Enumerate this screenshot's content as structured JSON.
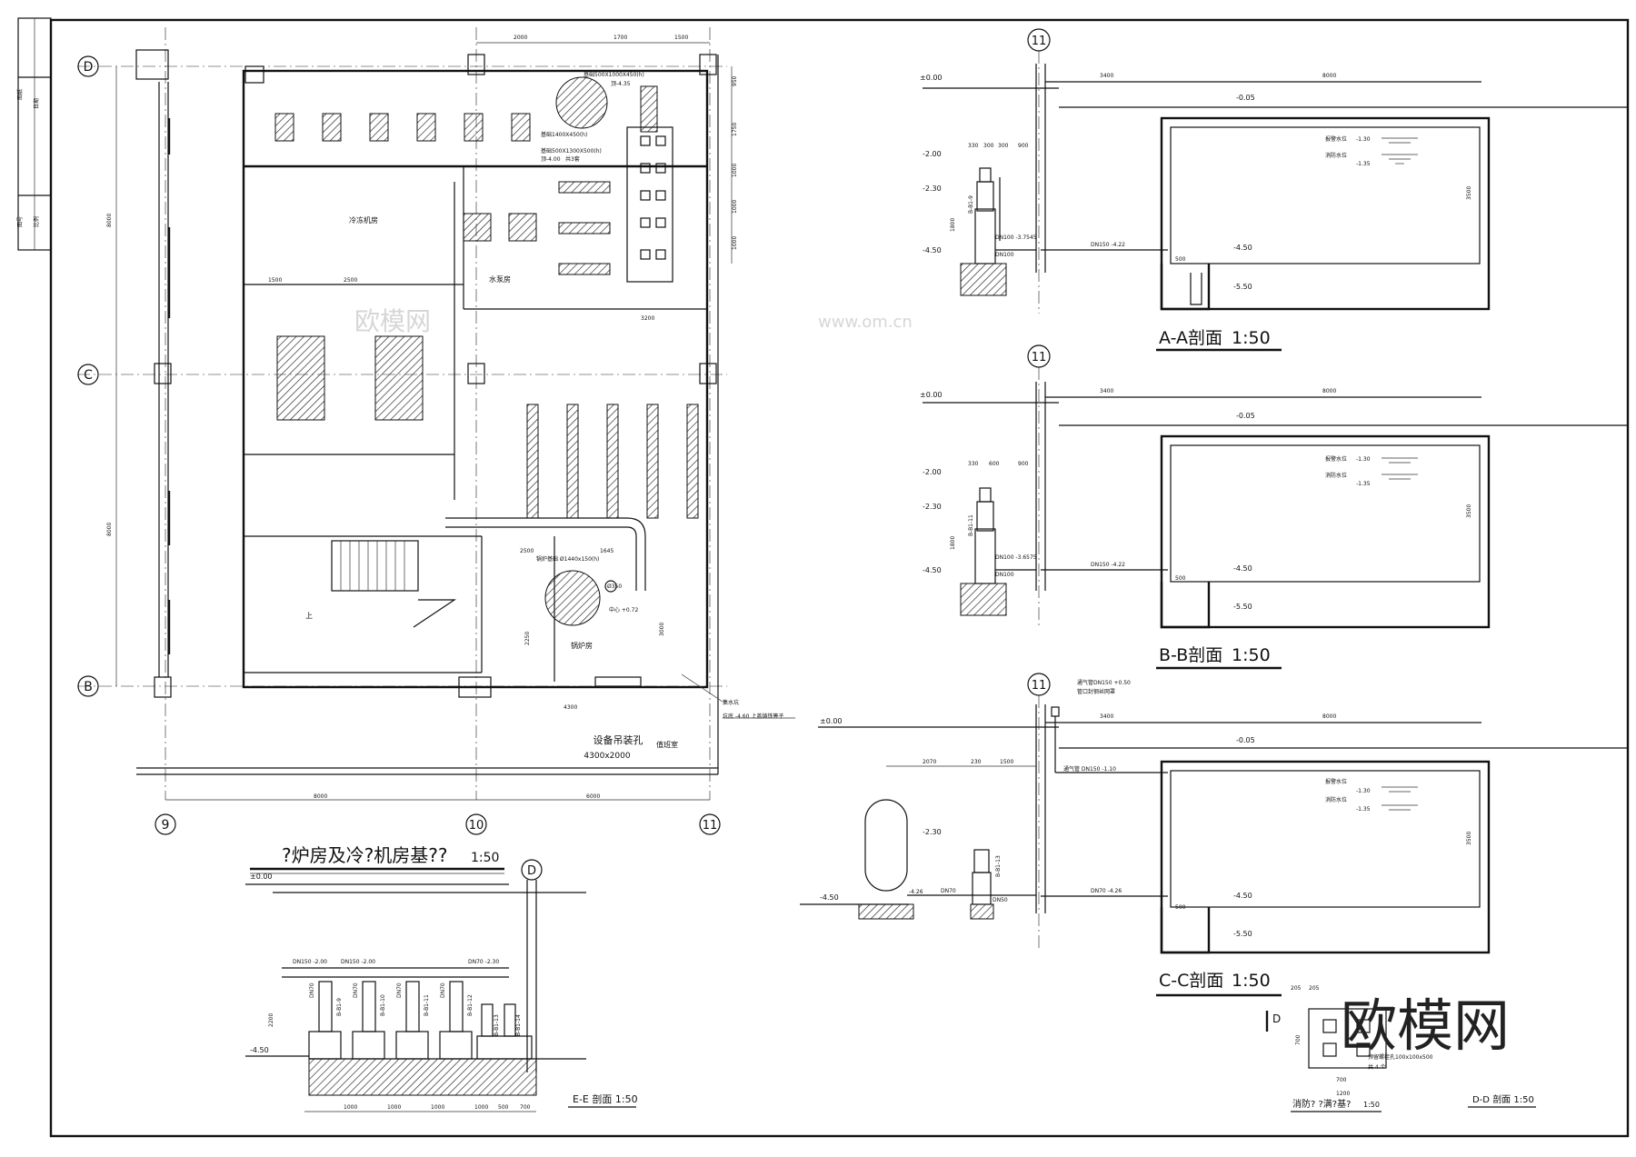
{
  "plan": {
    "title": "?炉房及冷?机房基??",
    "scale": "1:50",
    "axes": {
      "top": "D",
      "mid": "C",
      "bottom": "B",
      "left": "9",
      "center": "10",
      "right": "11"
    },
    "rooms": {
      "chiller": "冷冻机房",
      "pump": "水泵房",
      "boiler": "锅炉房",
      "duty": "值班室",
      "up": "上"
    },
    "hoist_label": "设备吊装孔",
    "hoist_size": "4300x2000",
    "sump_label": "集水坑",
    "sump_note": "坑底 -4.60 上盖铸铁箅子",
    "dims": {
      "top": [
        "2000",
        "1700",
        "1500"
      ],
      "left_span": [
        "8000",
        "8000"
      ],
      "bottom_span": [
        "8000",
        "6000"
      ],
      "inner": [
        "1500",
        "2500",
        "2500",
        "1645",
        "4300",
        "3200",
        "3000",
        "2250"
      ],
      "right": [
        "950",
        "1750",
        "1000",
        "1000",
        "1000"
      ],
      "notes": [
        "基础500X1000X450(h)",
        "顶-4.35",
        "基础1400X450(h)",
        "基础500X1300X500(h)",
        "顶-4.00",
        "共3套",
        "锅炉基础 Ø1440x150(h)",
        "Ø350",
        "中心 +0.72"
      ]
    }
  },
  "sections": [
    {
      "id": "aa",
      "title": "A-A剖面",
      "scale": "1:50",
      "axis": "11",
      "elev_ground": "±0.00",
      "elev_top": "-0.05",
      "alarm_label": "报警水位",
      "alarm_value": "-1.30",
      "fire_label": "消防水位",
      "fire_value": "-1.35",
      "elev_bottom": "-4.50",
      "elev_pit": "-5.50",
      "elev_pump1": "-2.00",
      "elev_pump2": "-2.30",
      "pipe": "DN150 -4.22",
      "pipe_v": "DN100 -3.7545",
      "pipe_small": "DN100",
      "pump_tag": "B-B1-9",
      "dims": [
        "3400",
        "8000",
        "330",
        "300",
        "300",
        "900",
        "1800",
        "3500",
        "500"
      ]
    },
    {
      "id": "bb",
      "title": "B-B剖面",
      "scale": "1:50",
      "axis": "11",
      "elev_ground": "±0.00",
      "elev_top": "-0.05",
      "alarm_label": "报警水位",
      "alarm_value": "-1.30",
      "fire_label": "消防水位",
      "fire_value": "-1.35",
      "elev_bottom": "-4.50",
      "elev_pit": "-5.50",
      "elev_pump1": "-2.00",
      "elev_pump2": "-2.30",
      "pipe": "DN150 -4.22",
      "pipe_v": "DN100 -3.6575",
      "pipe_small": "DN100",
      "pump_tag": "B-B1-11",
      "dims": [
        "3400",
        "8000",
        "330",
        "600",
        "900",
        "1800",
        "3500",
        "500"
      ]
    },
    {
      "id": "cc",
      "title": "C-C剖面",
      "scale": "1:50",
      "axis": "11",
      "elev_ground": "±0.00",
      "elev_top": "-0.05",
      "alarm_label": "报警水位",
      "alarm_value": "-1.30",
      "fire_label": "消防水位",
      "fire_value": "-1.35",
      "elev_bottom": "-4.50",
      "elev_pit": "-5.50",
      "elev_pump1": "-2.30",
      "elev_pump2": "-4.26",
      "pipe": "DN70 -4.26",
      "pipe_v": "DN70",
      "pipe_small": "DN50",
      "pump_tag": "B-B1-13",
      "vent_note": "通气管DN150 +0.50",
      "vent_note2": "管口封钢丝网罩",
      "vent_pipe": "通气管 DN150 -1.10",
      "dims": [
        "3400",
        "8000",
        "2070",
        "230",
        "1500",
        "3500",
        "500"
      ]
    }
  ],
  "ee": {
    "title": "E-E 剖面 1:50",
    "axis": "D",
    "elev_ground": "±0.00",
    "elev_bottom": "-4.50",
    "pipes": [
      "DN150 -2.00",
      "DN150 -2.00",
      "DN70 -2.30"
    ],
    "tags": [
      "B-B1-9",
      "B-B1-10",
      "B-B1-11",
      "B-B1-12",
      "B-B1-13",
      "B-B1-14"
    ],
    "dn": [
      "DN70",
      "DN70",
      "DN70",
      "DN70"
    ],
    "dims": [
      "1000",
      "1000",
      "1000",
      "1000",
      "500",
      "700",
      "2200"
    ]
  },
  "fire": {
    "title": "消防? ?满?基?",
    "scale": "1:50",
    "note": "预留螺栓孔100x100x500",
    "count": "共 4 个",
    "dims": [
      "205",
      "205",
      "700",
      "700",
      "1200"
    ],
    "marker": "D"
  },
  "dd": {
    "title": "D-D 剖面 1:50"
  },
  "watermark": {
    "text": "欧模网",
    "url": "www.om.cn"
  },
  "titleblock": {
    "cells": [
      "图纸",
      "日期",
      "图号",
      "比例"
    ]
  }
}
